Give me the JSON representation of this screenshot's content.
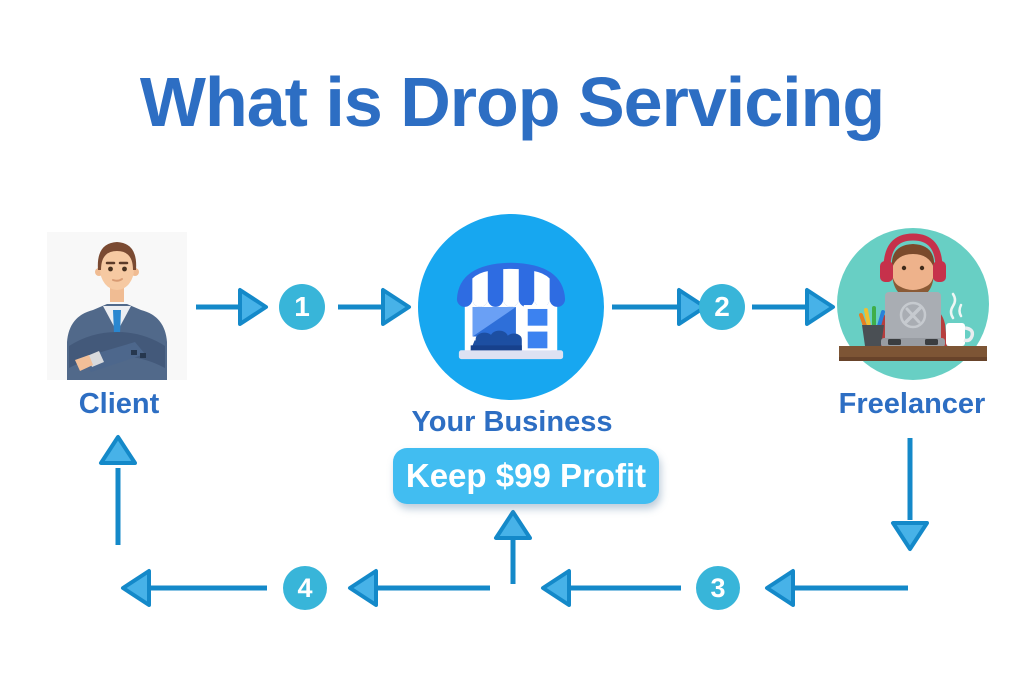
{
  "title": "What is Drop Servicing",
  "nodes": {
    "client": {
      "label": "Client",
      "icon": "businessman-crossed-arms-icon"
    },
    "business": {
      "label": "Your Business",
      "icon": "storefront-icon"
    },
    "freelancer": {
      "label": "Freelancer",
      "icon": "freelancer-at-laptop-icon"
    }
  },
  "badge": {
    "label": "Keep $99 Profit"
  },
  "steps": [
    {
      "number": "1"
    },
    {
      "number": "2"
    },
    {
      "number": "3"
    },
    {
      "number": "4"
    }
  ],
  "colors": {
    "background": "#ffffff",
    "title-blue": "#2d6ec3",
    "arrow-stroke": "#1489c9",
    "arrow-fill": "#47b2e8",
    "step-circle-bg": "#38b5d9",
    "step-circle-text": "#ffffff",
    "business-circle-bg": "#17a7f0",
    "badge-bg": "#41bdf1",
    "badge-text": "#ffffff",
    "freelancer-circle-bg": "#68cfc4"
  }
}
